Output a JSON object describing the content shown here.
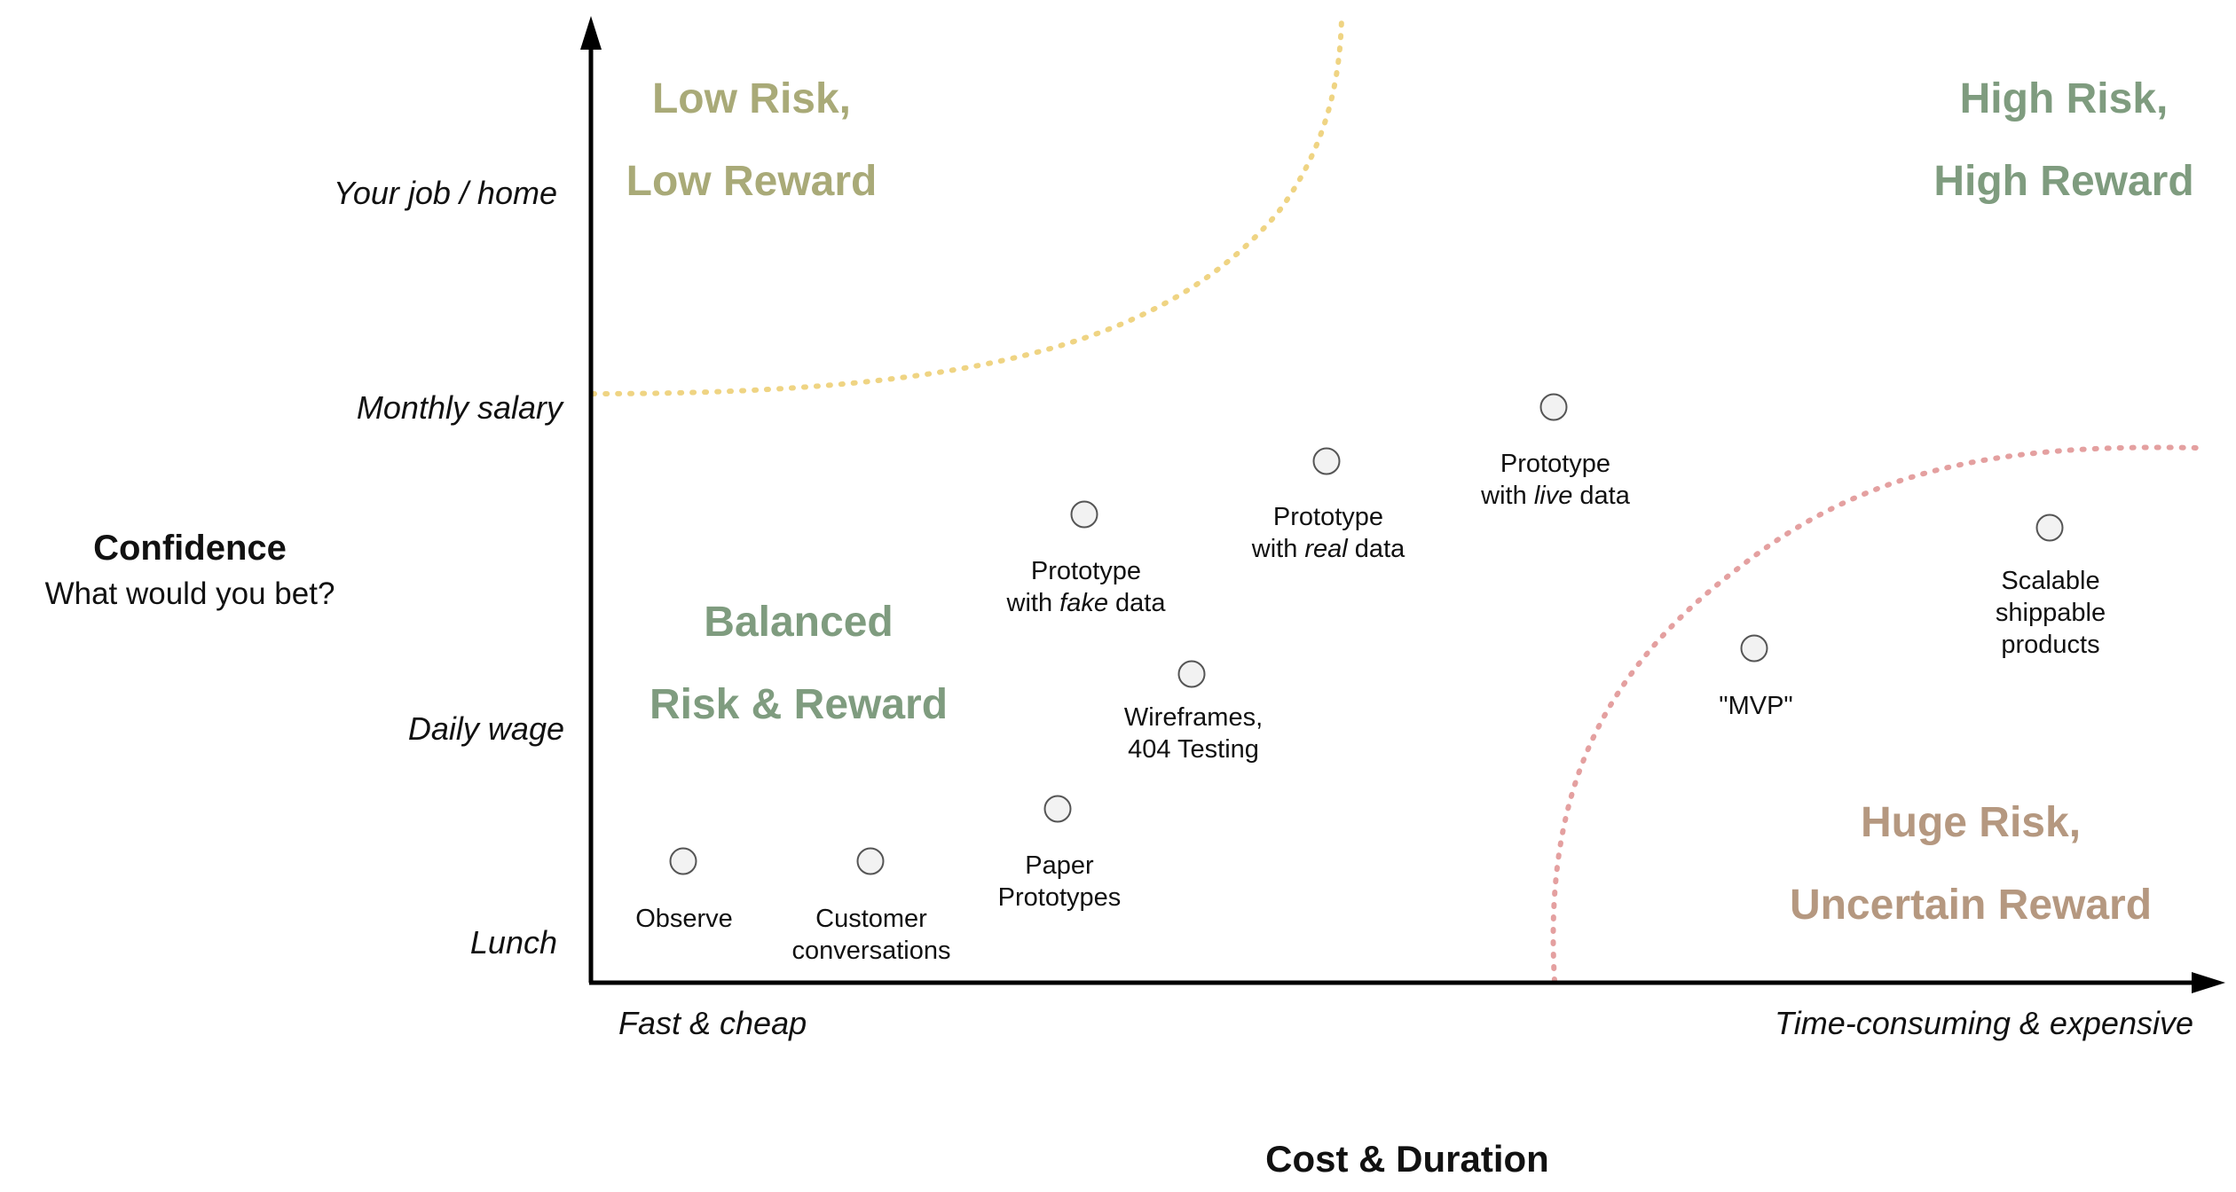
{
  "axes": {
    "y": {
      "title": "Confidence",
      "subtitle": "What would you bet?",
      "ticks": [
        "Lunch",
        "Daily wage",
        "Monthly salary",
        "Your job / home"
      ]
    },
    "x": {
      "title": "Cost & Duration",
      "min_label": "Fast & cheap",
      "max_label": "Time-consuming & expensive"
    }
  },
  "zones": {
    "top_left": {
      "lines": [
        "Low Risk,",
        "Low Reward"
      ],
      "color": "#a9aa78"
    },
    "top_right": {
      "lines": [
        "High Risk,",
        "High Reward"
      ],
      "color": "#7f9c7f"
    },
    "middle": {
      "lines": [
        "Balanced",
        "Risk & Reward"
      ],
      "color": "#7f9c7f"
    },
    "bottom_right": {
      "lines": [
        "Huge Risk,",
        "Uncertain Reward"
      ],
      "color": "#b59880"
    }
  },
  "boundaries": {
    "upper_color": "#efd483",
    "lower_color": "#e4a0a0"
  },
  "points": [
    {
      "id": "observe",
      "lines": [
        "Observe"
      ]
    },
    {
      "id": "customer-conversations",
      "lines": [
        "Customer",
        "conversations"
      ]
    },
    {
      "id": "paper-prototypes",
      "lines": [
        "Paper",
        "Prototypes"
      ]
    },
    {
      "id": "wireframes",
      "lines": [
        "Wireframes,",
        "404 Testing"
      ]
    },
    {
      "id": "prototype-fake",
      "lines": [
        "Prototype",
        "with {fake} data"
      ]
    },
    {
      "id": "prototype-real",
      "lines": [
        "Prototype",
        "with {real} data"
      ]
    },
    {
      "id": "prototype-live",
      "lines": [
        "Prototype",
        "with {live} data"
      ]
    },
    {
      "id": "mvp",
      "lines": [
        "\"MVP\""
      ]
    },
    {
      "id": "scalable",
      "lines": [
        "Scalable",
        "shippable",
        "products"
      ]
    }
  ],
  "colors": {
    "axis": "#000000",
    "point_border": "#555555",
    "point_fill": "#f2f2f2"
  }
}
